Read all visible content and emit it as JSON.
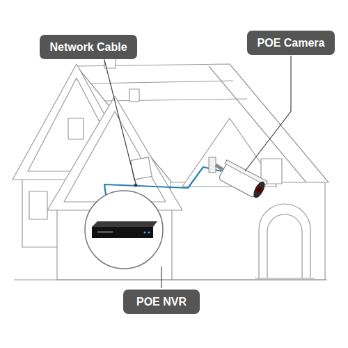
{
  "diagram": {
    "nodes": [
      {
        "text": [
          "Network Cable"
        ]
      },
      {
        "text": [
          "POE Camera"
        ]
      },
      {
        "text": [
          "POE NVR"
        ]
      }
    ]
  }
}
